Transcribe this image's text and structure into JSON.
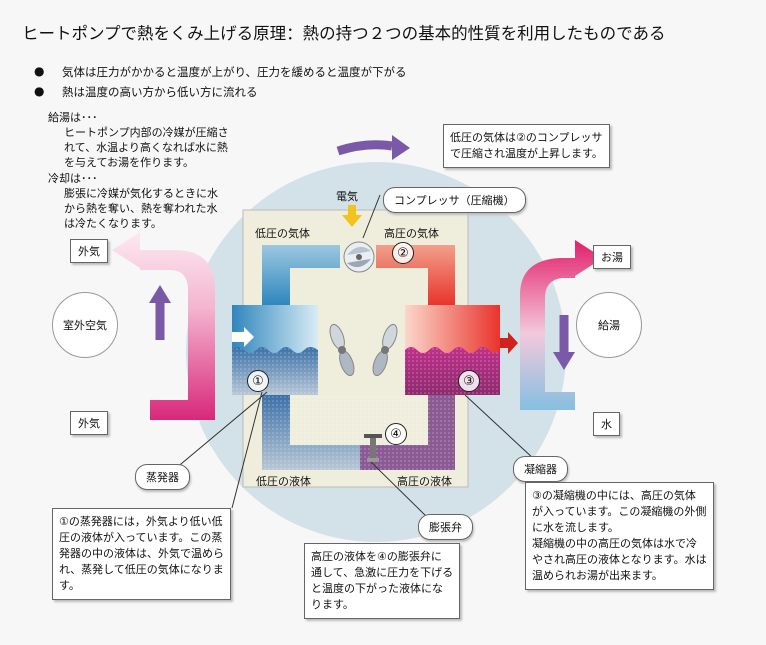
{
  "title": "ヒートポンプで熱をくみ上げる原理：熱の持つ２つの基本的性質を利用したものである",
  "bullets": [
    "気体は圧力がかかると温度が上がり、圧力を緩めると温度が下がる",
    "熱は温度の高い方から低い方に流れる"
  ],
  "supply_note": {
    "heading": "給湯は･･･",
    "lines": [
      "ヒートポンプ内部の冷媒が圧縮さ",
      "れて、水温より高くなれば水に熱",
      "を与えてお湯を作ります。"
    ]
  },
  "cooling_note": {
    "heading": "冷却は･･･",
    "lines": [
      "膨張に冷媒が気化するときに水",
      "から熱を奪い、熱を奪われた水",
      "は冷たくなります。"
    ]
  },
  "compressor_box": [
    "低圧の気体は②のコンプレッサ",
    "で圧縮され温度が上昇します。"
  ],
  "evaporator_box": [
    "①の蒸発器には，外気より低い低",
    "圧の液体が入っています。この蒸",
    "発器の中の液体は、外気で温めら",
    "れ、蒸発して低圧の気体になりま",
    "す。"
  ],
  "valve_box": [
    "高圧の液体を④の膨張弁に",
    "通して、急激に圧力を下げる",
    "と温度の下がった液体にな",
    "ります。"
  ],
  "condenser_box": [
    "③の凝縮機の中には、高圧の気体",
    "が入っています。この凝縮機の外側",
    "に水を流します。",
    "凝縮機の中の高圧の気体は水で冷",
    "やされ高圧の液体となります。水は",
    "温められお湯が出来ます。"
  ],
  "labels": {
    "outside_air_top": "外気",
    "outside_air_bottom": "外気",
    "outdoor_air": "室外空気",
    "hot_water": "お湯",
    "supply": "給湯",
    "water": "水",
    "electricity": "電気",
    "compressor": "コンプレッサ（圧縮機）",
    "low_gas": "低圧の気体",
    "high_gas": "高圧の気体",
    "low_liquid": "低圧の液体",
    "high_liquid": "高圧の液体",
    "evaporator": "蒸発器",
    "condenser": "凝縮器",
    "expansion_valve": "膨張弁"
  },
  "numbers": {
    "n1": "①",
    "n2": "②",
    "n3": "③",
    "n4": "④"
  },
  "colors": {
    "cold": "#2a7fb5",
    "hot": "#e8342c",
    "magenta": "#b0307a",
    "cycle_arrow": "#7a5aa8",
    "background_circle": "#d3e2e8",
    "panel": "#efeedd"
  }
}
